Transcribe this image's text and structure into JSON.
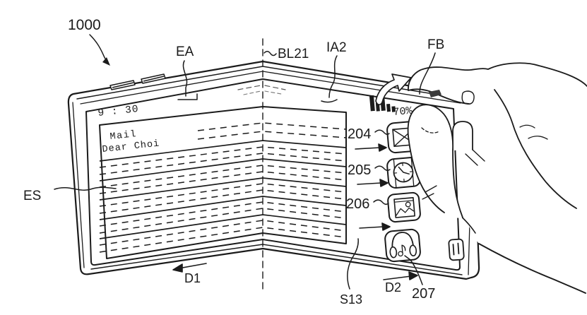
{
  "figure": {
    "background": "#ffffff",
    "ink": "#1b1b1b",
    "reference_labels": {
      "device": "1000",
      "edge_area": "EA",
      "bending_line": "BL21",
      "interaction_area": "IA2",
      "finger_button": "FB",
      "edge_screen": "ES",
      "step": "S13",
      "direction_left": "D1",
      "direction_right": "D2",
      "icon_mail_ref": "204",
      "icon_clock_ref": "205",
      "icon_gallery_ref": "206",
      "icon_music_ref": "207"
    },
    "screen": {
      "clock": "9 : 30",
      "battery": "70%",
      "mail_app_title": "Mail",
      "mail_preview": "Dear Choi"
    },
    "icons": {
      "signal": "signal-bars-icon",
      "mail": "mail-app-icon",
      "clock": "clock-app-icon",
      "gallery": "gallery-app-icon",
      "music": "music-app-icon",
      "pause": "pause-icon",
      "gesture": "fold-gesture-arrow-icon"
    }
  }
}
